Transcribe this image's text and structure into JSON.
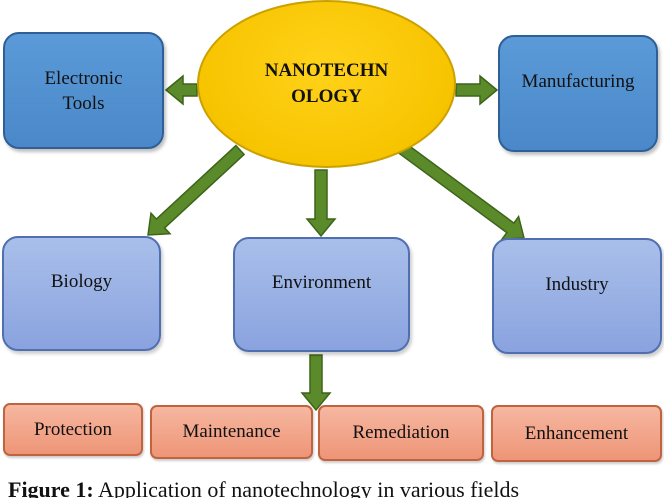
{
  "center": {
    "label": "NANOTECHNOLOGY"
  },
  "top_nodes": [
    {
      "label_line1": "Electronic",
      "label_line2": "Tools"
    },
    {
      "label": "Manufacturing"
    }
  ],
  "mid_nodes": [
    {
      "label": "Biology"
    },
    {
      "label": "Environment"
    },
    {
      "label": "Industry"
    }
  ],
  "bottom_nodes": [
    {
      "label": "Protection"
    },
    {
      "label": "Maintenance"
    },
    {
      "label": "Remediation"
    },
    {
      "label": "Enhancement"
    }
  ],
  "caption": {
    "prefix": "Figure 1:",
    "text": "Application of nanotechnology in various fields"
  },
  "colors": {
    "arrow_fill": "#5a8a2a",
    "arrow_stroke": "#3d6419",
    "ellipse_fill": "#f7c400",
    "top_box_fill": "#5b9ad8",
    "mid_box_fill": "#94abe2",
    "bottom_box_fill": "#f2a488"
  }
}
